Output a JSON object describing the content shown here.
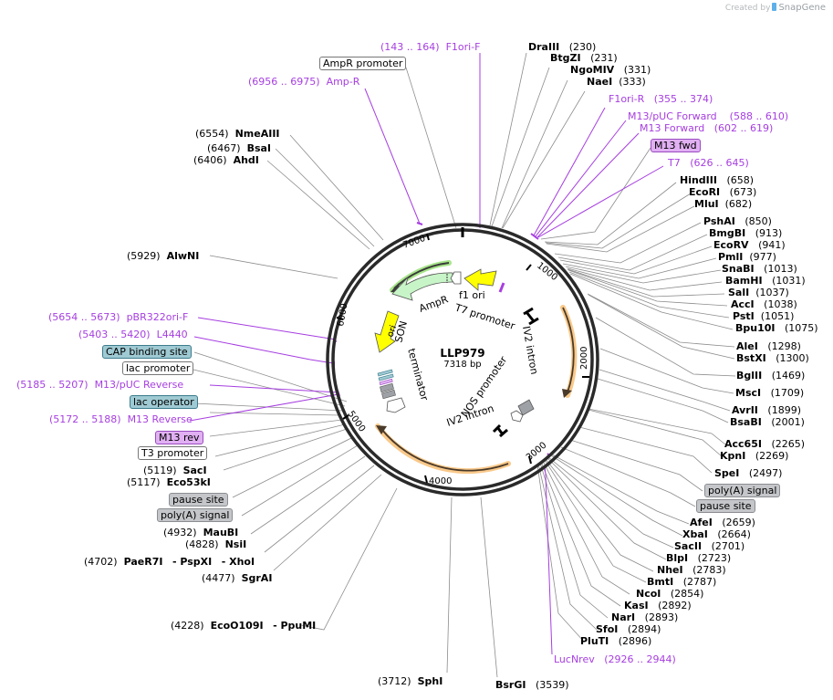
{
  "branding": {
    "created_by": "Created by",
    "app": "SnapGene"
  },
  "plasmid": {
    "name": "LLP979",
    "length_label": "7318 bp",
    "length_bp": 7318
  },
  "ticks": [
    "1000",
    "2000",
    "3000",
    "4000",
    "5000",
    "6000",
    "7000"
  ],
  "inner_features": {
    "f1_ori": "f1 ori",
    "t7_promoter": "T7 promoter",
    "ampr": "AmpR",
    "ori": "ori",
    "son_terminator": "SON terminator",
    "iv2_intron_1": "IV2 intron",
    "nos_promoter": "NOS promoter",
    "iv2_intron_2": "IV2 intron"
  },
  "colors": {
    "primer": "#a63ee0",
    "ampr_fill": "#c8f5c8",
    "ampr_arc_glow": "#a7e58a",
    "ori_fill": "#ffff00",
    "cds_arc_glow": "#f9c98a",
    "box_teal": "#9fcad3",
    "box_purple": "#e1b0f3",
    "box_grey": "#c4c6c9"
  },
  "top_labels": {
    "f1ori_f": {
      "range": "(143 .. 164)",
      "name": "F1ori-F"
    },
    "ampr_promoter": "AmpR promoter",
    "amp_r": {
      "range": "(6956 .. 6975)",
      "name": "Amp-R"
    }
  },
  "right_labels": {
    "dra3": {
      "name": "DraIII",
      "pos": "(230)"
    },
    "btgz1": {
      "name": "BtgZI",
      "pos": "(231)"
    },
    "ngomiv": {
      "name": "NgoMIV",
      "pos": "(331)"
    },
    "nae1": {
      "name": "NaeI",
      "pos": "(333)"
    },
    "f1ori_r": {
      "name": "F1ori-R",
      "range": "(355 .. 374)"
    },
    "m13puc_fwd": {
      "name": "M13/pUC Forward",
      "range": "(588 .. 610)"
    },
    "m13_fwd_primer": {
      "name": "M13 Forward",
      "range": "(602 .. 619)"
    },
    "m13_fwd_box": "M13 fwd",
    "t7": {
      "name": "T7",
      "range": "(626 .. 645)"
    },
    "hind3": {
      "name": "HindIII",
      "pos": "(658)"
    },
    "ecor1": {
      "name": "EcoRI",
      "pos": "(673)"
    },
    "mlu1": {
      "name": "MluI",
      "pos": "(682)"
    },
    "psha1": {
      "name": "PshAI",
      "pos": "(850)"
    },
    "bmgb1": {
      "name": "BmgBI",
      "pos": "(913)"
    },
    "ecorv": {
      "name": "EcoRV",
      "pos": "(941)"
    },
    "pml1": {
      "name": "PmlI",
      "pos": "(977)"
    },
    "snab1": {
      "name": "SnaBI",
      "pos": "(1013)"
    },
    "bamh1": {
      "name": "BamHI",
      "pos": "(1031)"
    },
    "sal1": {
      "name": "SalI",
      "pos": "(1037)"
    },
    "acc1": {
      "name": "AccI",
      "pos": "(1038)"
    },
    "pst1": {
      "name": "PstI",
      "pos": "(1051)"
    },
    "bpu10i": {
      "name": "Bpu10I",
      "pos": "(1075)"
    },
    "ale1": {
      "name": "AleI",
      "pos": "(1298)"
    },
    "bstx1": {
      "name": "BstXI",
      "pos": "(1300)"
    },
    "bgl2": {
      "name": "BglII",
      "pos": "(1469)"
    },
    "msc1": {
      "name": "MscI",
      "pos": "(1709)"
    },
    "avr2": {
      "name": "AvrII",
      "pos": "(1899)"
    },
    "bsab1": {
      "name": "BsaBI",
      "pos": "(2001)"
    },
    "acc65i": {
      "name": "Acc65I",
      "pos": "(2265)"
    },
    "kpn1": {
      "name": "KpnI",
      "pos": "(2269)"
    },
    "spe1": {
      "name": "SpeI",
      "pos": "(2497)"
    },
    "polya": "poly(A) signal",
    "pause": "pause site",
    "afe1": {
      "name": "AfeI",
      "pos": "(2659)"
    },
    "xba1": {
      "name": "XbaI",
      "pos": "(2664)"
    },
    "sac2": {
      "name": "SacII",
      "pos": "(2701)"
    },
    "blp1": {
      "name": "BlpI",
      "pos": "(2723)"
    },
    "nhe1": {
      "name": "NheI",
      "pos": "(2783)"
    },
    "bmt1": {
      "name": "BmtI",
      "pos": "(2787)"
    },
    "nco1": {
      "name": "NcoI",
      "pos": "(2854)"
    },
    "kas1": {
      "name": "KasI",
      "pos": "(2892)"
    },
    "nar1": {
      "name": "NarI",
      "pos": "(2893)"
    },
    "sfo1": {
      "name": "SfoI",
      "pos": "(2894)"
    },
    "pluti": {
      "name": "PluTI",
      "pos": "(2896)"
    },
    "lucnrev": {
      "name": "LucNrev",
      "range": "(2926 .. 2944)"
    }
  },
  "bottom_labels": {
    "bsrg1": {
      "name": "BsrGI",
      "pos": "(3539)"
    },
    "sph1": {
      "name": "SphI",
      "pos": "(3712)"
    },
    "eco0109": {
      "pos": "(4228)",
      "name": "EcoO109I",
      "name2": "- PpuMI"
    }
  },
  "left_labels": {
    "nme3": {
      "pos": "(6554)",
      "name": "NmeAIII"
    },
    "bsa1": {
      "pos": "(6467)",
      "name": "BsaI"
    },
    "ahd1": {
      "pos": "(6406)",
      "name": "AhdI"
    },
    "alwn1": {
      "pos": "(5929)",
      "name": "AlwNI"
    },
    "pbr322": {
      "range": "(5654 .. 5673)",
      "name": "pBR322ori-F"
    },
    "l4440": {
      "range": "(5403 .. 5420)",
      "name": "L4440"
    },
    "cap": "CAP binding site",
    "lac_promoter": "lac promoter",
    "m13puc_rev": {
      "range": "(5185 .. 5207)",
      "name": "M13/pUC Reverse"
    },
    "lac_operator": "lac operator",
    "m13_rev_primer": {
      "range": "(5172 .. 5188)",
      "name": "M13 Reverse"
    },
    "m13_rev_box": "M13 rev",
    "t3_promoter": "T3 promoter",
    "sac1": {
      "pos": "(5119)",
      "name": "SacI"
    },
    "eco53k": {
      "pos": "(5117)",
      "name": "Eco53kI"
    },
    "pause": "pause site",
    "polya": "poly(A) signal",
    "maub1": {
      "pos": "(4932)",
      "name": "MauBI"
    },
    "nsi1": {
      "pos": "(4828)",
      "name": "NsiI"
    },
    "paer7": {
      "pos": "(4702)",
      "name": "PaeR7I",
      "name2": "- PspXI",
      "name3": "- XhoI"
    },
    "sgra1": {
      "pos": "(4477)",
      "name": "SgrAI"
    }
  }
}
